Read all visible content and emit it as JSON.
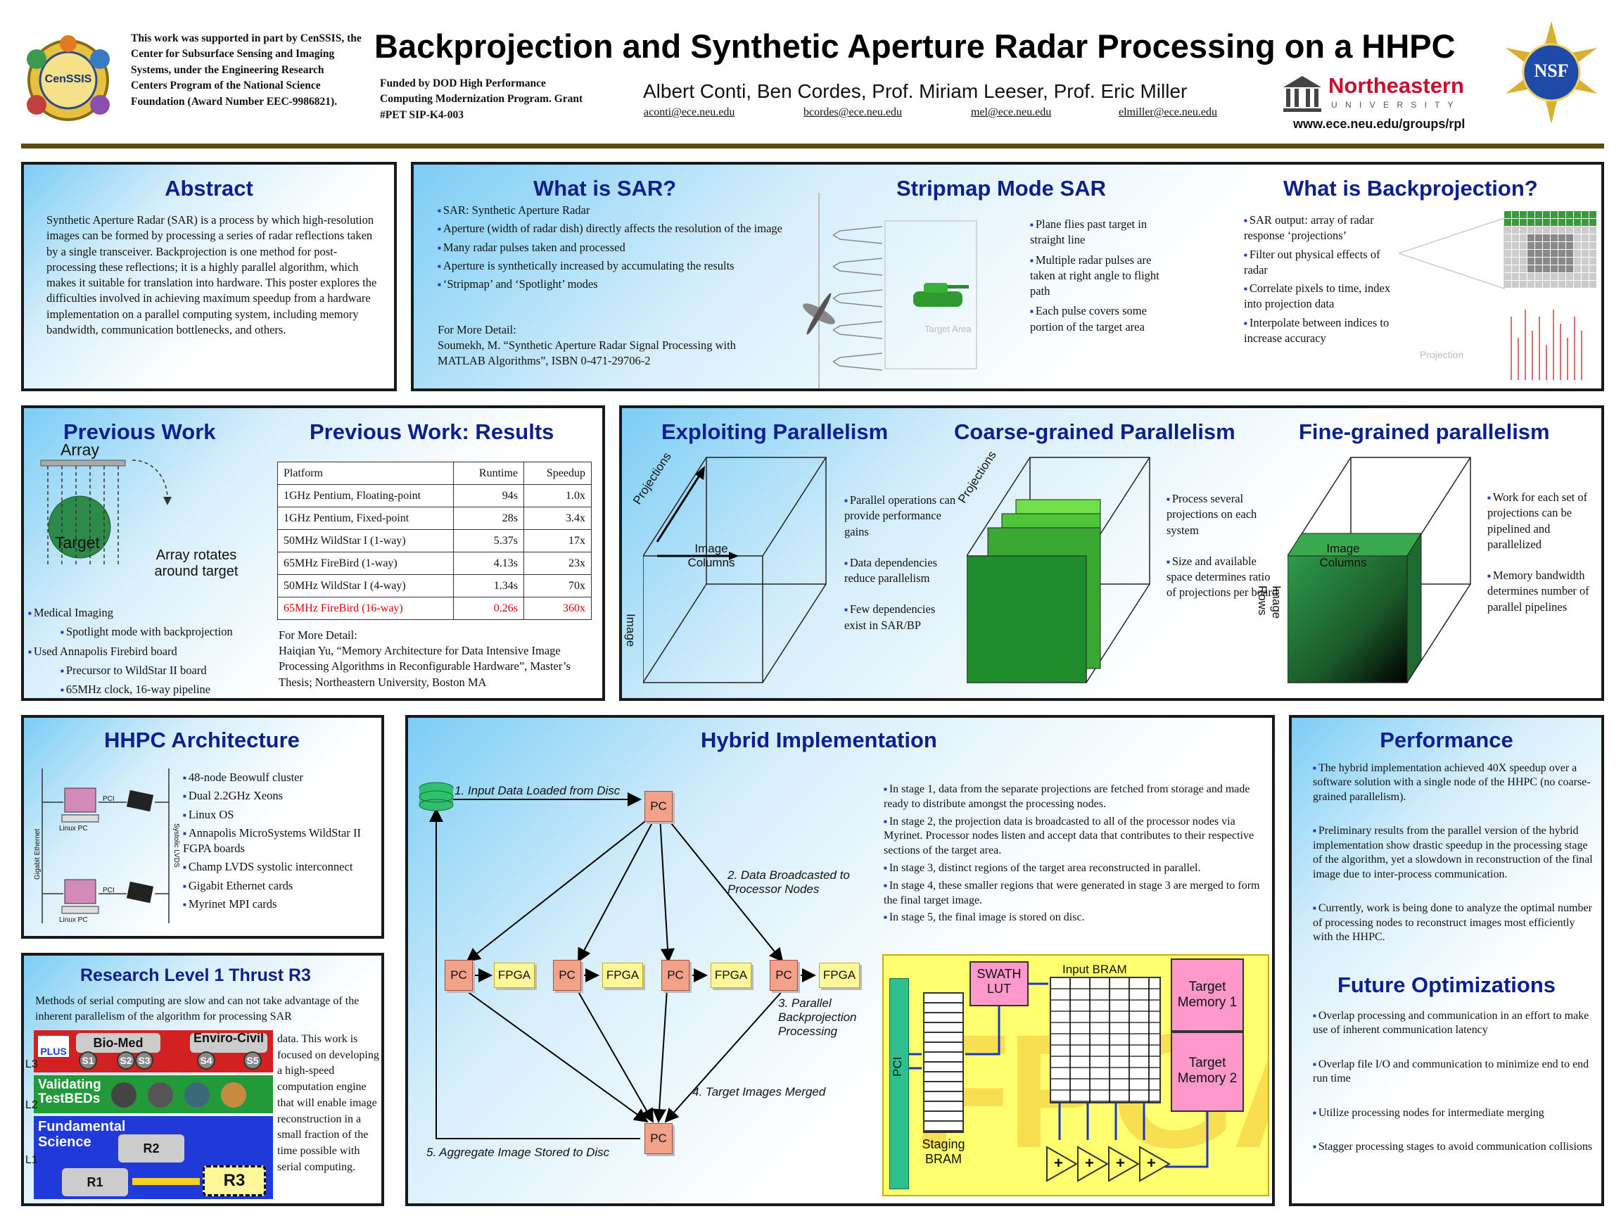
{
  "header": {
    "support_text": "This work was supported in part by CenSSIS, the Center for Subsurface Sensing and Imaging Systems, under the Engineering Research Centers Program of the National Science Foundation (Award Number EEC-9986821).",
    "funded_text": "Funded by DOD High Performance Computing Modernization Program. Grant #PET SIP-K4-003",
    "title": "Backprojection and Synthetic Aperture Radar Processing on a HHPC",
    "authors": "Albert Conti,  Ben Cordes,  Prof. Miriam Leeser,  Prof. Eric Miller",
    "emails": [
      "aconti@ece.neu.edu",
      "bcordes@ece.neu.edu",
      "mel@ece.neu.edu",
      "elmiller@ece.neu.edu"
    ],
    "censsis_logo": "CenSSIS",
    "nu_name": "Northeastern",
    "nu_sub": "U N I V E R S I T Y",
    "url": "www.ece.neu.edu/groups/rpl",
    "nsf_logo": "NSF"
  },
  "abstract": {
    "title": "Abstract",
    "text": "Synthetic Aperture Radar (SAR) is a process by which high-resolution images can be formed by processing a series of radar reflections taken by a single transceiver. Backprojection is one method for post-processing these reflections; it is a highly parallel algorithm, which makes it suitable for translation into hardware. This poster explores the difficulties involved in achieving maximum speedup from a hardware implementation on a parallel computing system, including memory bandwidth, communication bottlenecks, and others."
  },
  "sar": {
    "title": "What is SAR?",
    "bullets": [
      "SAR: Synthetic Aperture Radar",
      "Aperture (width of radar dish) directly affects the resolution of the image",
      "Many radar pulses taken and processed",
      "Aperture is synthetically increased by accumulating the results",
      "‘Stripmap’ and ‘Spotlight’ modes"
    ],
    "detail_heading": "For More Detail:",
    "detail_ref": "Soumekh, M.  “Synthetic Aperture Radar Signal Processing with MATLAB Algorithms”, ISBN 0-471-29706-2"
  },
  "stripmap": {
    "title": "Stripmap Mode SAR",
    "bullets": [
      "Plane flies past target in straight line",
      "Multiple radar pulses are taken at right angle to flight path",
      "Each pulse covers some portion of the target area"
    ],
    "target_area_label": "Target Area"
  },
  "backprojection": {
    "title": "What is Backprojection?",
    "bullets": [
      "SAR output: array of radar response ‘projections’",
      "Filter out physical effects of radar",
      "Correlate pixels to time, index into projection data",
      "Interpolate between indices to increase accuracy"
    ],
    "projection_label": "Projection"
  },
  "prev_work": {
    "title": "Previous Work",
    "array_label": "Array",
    "target_label": "Target",
    "rotate_label": "Array rotates around target",
    "bullets": [
      {
        "text": "Medical Imaging",
        "sub": false
      },
      {
        "text": "Spotlight mode with backprojection",
        "sub": true
      },
      {
        "text": "Used Annapolis Firebird board",
        "sub": false
      },
      {
        "text": "Precursor to WildStar II board",
        "sub": true
      },
      {
        "text": "65MHz clock, 16-way pipeline",
        "sub": true
      }
    ]
  },
  "prev_results": {
    "title": "Previous Work: Results",
    "headers": [
      "Platform",
      "Runtime",
      "Speedup"
    ],
    "rows": [
      [
        "1GHz Pentium, Floating-point",
        "94s",
        "1.0x"
      ],
      [
        "1GHz Pentium, Fixed-point",
        "28s",
        "3.4x"
      ],
      [
        "50MHz WildStar I (1-way)",
        "5.37s",
        "17x"
      ],
      [
        "65MHz FireBird (1-way)",
        "4.13s",
        "23x"
      ],
      [
        "50MHz WildStar I (4-way)",
        "1.34s",
        "70x"
      ],
      [
        "65MHz FireBird (16-way)",
        "0.26s",
        "360x"
      ]
    ],
    "detail_heading": "For More Detail:",
    "detail_ref": "Haiqian Yu, “Memory Architecture for Data Intensive Image Processing Algorithms in Reconfigurable Hardware”, Master’s Thesis; Northeastern University, Boston MA"
  },
  "parallel": {
    "exploit_title": "Exploiting Parallelism",
    "coarse_title": "Coarse-grained Parallelism",
    "fine_title": "Fine-grained parallelism",
    "projections_label": "Projections",
    "columns_label": "Image Columns",
    "rows_label": "Image Rows",
    "exploit_bullets": [
      "Parallel operations can provide performance gains",
      "Data dependencies reduce parallelism",
      "Few dependencies exist in SAR/BP"
    ],
    "coarse_bullets": [
      "Process several projections on each system",
      "Size and available space determines ratio of projections per board"
    ],
    "fine_bullets": [
      "Work for each set of projections can be pipelined and parallelized",
      "Memory bandwidth determines number of parallel pipelines"
    ]
  },
  "hhpc": {
    "title": "HHPC Architecture",
    "bullets": [
      "48-node Beowulf cluster",
      "Dual 2.2GHz Xeons",
      "Linux OS",
      "Annapolis MicroSystems WildStar II FGPA boards",
      "Champ LVDS systolic interconnect",
      "Gigabit Ethernet cards",
      "Myrinet MPI cards"
    ],
    "linux_pc": "Linux PC",
    "pci": "PCI",
    "gigabit": "Gigabit Ethernet",
    "systolic": "Systolic LVDS"
  },
  "research": {
    "title": "Research Level 1 Thrust R3",
    "text_top": "Methods of serial computing are slow and can not take advantage of the inherent parallelism of the algorithm for processing SAR",
    "text_side": "data. This work is focused on developing a high-speed computation engine that will enable image reconstruction in a small fraction of the time possible with serial computing.",
    "biomed": "Bio-Med",
    "enviro": "Enviro-Civil",
    "plus": "PLUS",
    "s_labels": [
      "S1",
      "S2",
      "S3",
      "S4",
      "S5"
    ],
    "validating": "Validating TestBEDs",
    "fundamental": "Fundamental Science",
    "r1": "R1",
    "r2": "R2",
    "r3": "R3",
    "levels": [
      "L1",
      "L2",
      "L3"
    ]
  },
  "hybrid": {
    "title": "Hybrid Implementation",
    "step1": "1. Input Data Loaded from Disc",
    "step2": "2. Data Broadcasted to Processor Nodes",
    "step3": "3. Parallel Backprojection Processing",
    "step4": "4. Target Images Merged",
    "step5": "5. Aggregate Image Stored to Disc",
    "pc": "PC",
    "fpga": "FPGA",
    "bullets": [
      "In stage 1, data from the separate projections are fetched from storage and made ready to distribute amongst the processing nodes.",
      "In stage 2, the projection data is broadcasted to all of the processor nodes via Myrinet.  Processor nodes listen and accept data that contributes to their respective sections of the target area.",
      "In stage 3, distinct regions of the target area reconstructed in parallel.",
      "In stage 4, these smaller regions that were generated in stage 3 are merged to form the final target image.",
      "In stage 5, the final image is stored on disc."
    ],
    "fpga_diag": {
      "watermark": "FPGA",
      "pci": "PCI",
      "swath": "SWATH LUT",
      "input_bram": "Input BRAM",
      "target_mem1": "Target Memory 1",
      "target_mem2": "Target Memory 2",
      "staging": "Staging BRAM",
      "adder": "+"
    }
  },
  "performance": {
    "title": "Performance",
    "bullets": [
      "The hybrid implementation achieved 40X speedup over a software solution with a single node of the HHPC (no coarse-grained parallelism).",
      "Preliminary results from the parallel version of the hybrid implementation show drastic speedup in the processing stage of the algorithm, yet a slowdown in reconstruction of the final image due to inter-process communication.",
      "Currently, work is being done to analyze the optimal number of processing nodes to reconstruct images most efficiently with the HHPC."
    ]
  },
  "future": {
    "title": "Future Optimizations",
    "bullets": [
      "Overlap processing and communication in an effort to make use of inherent communication latency",
      "Overlap file I/O and communication to minimize end to end run time",
      "Utilize processing nodes for intermediate merging",
      "Stagger processing stages to avoid communication collisions"
    ]
  },
  "colors": {
    "title_blue": "#0b1f8f",
    "nu_red": "#c8102e",
    "node_salmon": "#f4a18a",
    "fpga_yellow": "#fff79a",
    "green": "#2d8a4a"
  }
}
